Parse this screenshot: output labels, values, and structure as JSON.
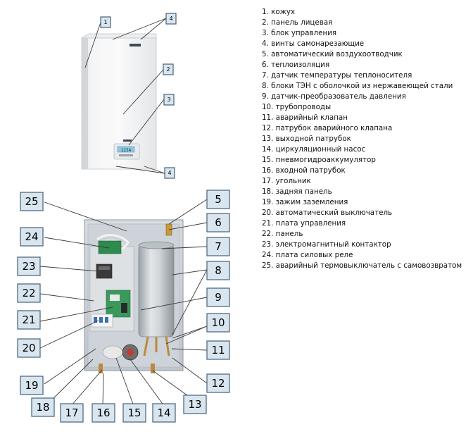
{
  "top_callouts": [
    "1",
    "2",
    "3",
    "4",
    "4"
  ],
  "boiler_display_text": "1234",
  "interior_callouts": [
    "25",
    "24",
    "23",
    "22",
    "21",
    "20",
    "19",
    "18",
    "17",
    "16",
    "15",
    "14",
    "13",
    "12",
    "11",
    "10",
    "9",
    "8",
    "7",
    "6",
    "5"
  ],
  "legend": [
    "1. кожух",
    "2. панель лицевая",
    "3. блок управления",
    "4. винты самонарезающие",
    "5. автоматический воздухоотводчик",
    "6. теплоизоляция",
    "7. датчик температуры теплоносителя",
    "8. блоки ТЭН с оболочкой из нержавеющей стали",
    "9. датчик-преобразователь давления",
    "10. трубопроводы",
    "11. аварийный клапан",
    "12. патрубок аварийного клапана",
    "13. выходной патрубок",
    "14. циркуляционный насос",
    "15. пневмогидроаккумулятор",
    "16. входной патрубок",
    "17. угольник",
    "18. задняя панель",
    "19. зажим заземления",
    "20. автоматический выключатель",
    "21. плата управления",
    "22. панель",
    "23. электромагнитный контактор",
    "24. плата силовых реле",
    "25. аварийный термовыключатель с самовозвратом"
  ],
  "colors": {
    "callout_fill": "#d9e6ef",
    "callout_border": "#46617a",
    "cylinder": "#c8cdd2",
    "panel_interior": "#cfd5da"
  }
}
